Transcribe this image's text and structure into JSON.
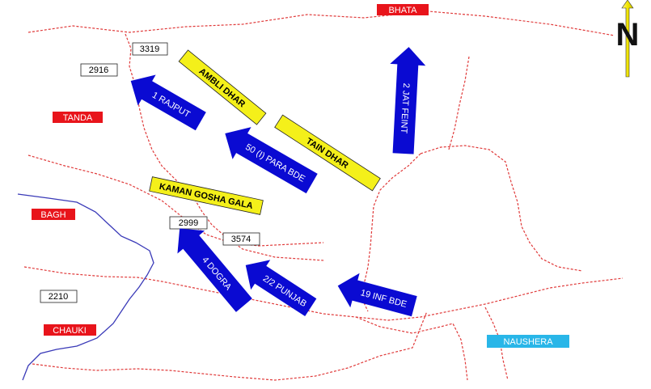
{
  "places": [
    {
      "id": "bhata",
      "label": "BHATA"
    },
    {
      "id": "tanda",
      "label": "TANDA"
    },
    {
      "id": "bagh",
      "label": "BAGH"
    },
    {
      "id": "chauki",
      "label": "CHAUKI"
    },
    {
      "id": "naushera",
      "label": "NAUSHERA"
    }
  ],
  "heights": [
    "3319",
    "2916",
    "2999",
    "3574",
    "2210"
  ],
  "ridges": [
    "AMBLI DHAR",
    "TAIN DHAR",
    "KAMAN GOSHA GALA"
  ],
  "units": [
    "1 RAJPUT",
    "50 (I) PARA BDE",
    "2 JAT FEINT",
    "4 DOGRA",
    "2/2 PUNJAB",
    "19 INF BDE"
  ],
  "north": "N",
  "colors": {
    "place_fill": "#e8141b",
    "place_water": "#29b6e8",
    "ridge_fill": "#f4f01a",
    "arrow_fill": "#0a0ad2",
    "track": "#e03a3a",
    "river": "#3a3ab8"
  }
}
